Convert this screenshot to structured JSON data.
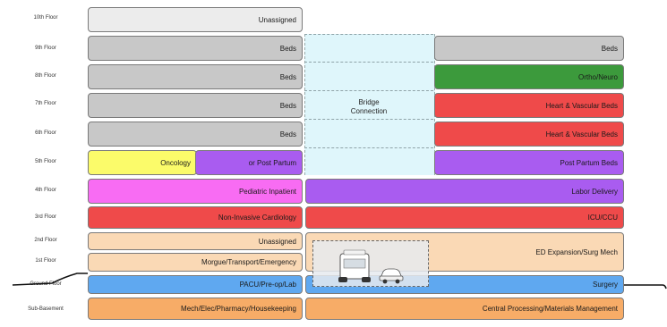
{
  "floors": {
    "f10": "10th Floor",
    "f9": "9th Floor",
    "f8": "8th Floor",
    "f7": "7th Floor",
    "f6": "6th Floor",
    "f5": "5th Floor",
    "f4": "4th Floor",
    "f3": "3rd Floor",
    "f2": "2nd Floor",
    "f1": "1st Floor",
    "ground": "Ground Floor",
    "sub": "Sub-Basement"
  },
  "left": {
    "f10": "Unassigned",
    "f9": "Beds",
    "f8": "Beds",
    "f7": "Beds",
    "f6": "Beds",
    "f5_a": "Oncology",
    "f5_b": "or Post Partum",
    "f4": "Pediatric Inpatient",
    "f3": "Non-Invasive Cardiology",
    "f2": "Unassigned",
    "f1": "Morgue/Transport/Emergency",
    "ground": "PACU/Pre-op/Lab",
    "sub": "Mech/Elec/Pharmacy/Housekeeping"
  },
  "right": {
    "f9": "Beds",
    "f8": "Ortho/Neuro",
    "f7": "Heart  & Vascular Beds",
    "f6": "Heart  & Vascular Beds",
    "f5": "Post Partum Beds",
    "f4": "Labor Delivery",
    "f3": "ICU/CCU",
    "f1_2": "ED Expansion/Surg Mech",
    "ground": "Surgery",
    "sub": "Central Processing/Materials Management"
  },
  "bridge": {
    "line1": "Bridge",
    "line2": "Connection"
  },
  "colors": {
    "gray": "#c8c8c8",
    "light_gray": "#ececec",
    "green": "#3c9a3c",
    "red": "#ef4a4a",
    "purple": "#a95cf0",
    "yellow": "#fbfb6a",
    "magenta": "#f86cf3",
    "peach": "#fad9b5",
    "blue": "#5fa8f0",
    "orange": "#f7ac67",
    "bridge": "#dff6fb"
  }
}
